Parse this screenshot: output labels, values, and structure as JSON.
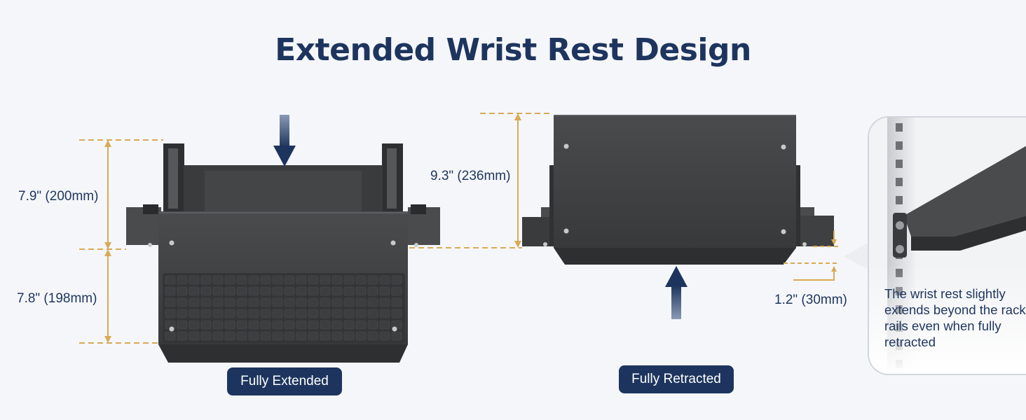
{
  "title": "Extended Wrist Rest Design",
  "extended": {
    "depth_top": "7.9\" (200mm)",
    "depth_bottom": "7.8\" (198mm)",
    "caption": "Fully Extended"
  },
  "retracted": {
    "depth": "9.3\" (236mm)",
    "overhang": "1.2\" (30mm)",
    "caption": "Fully Retracted"
  },
  "callout": {
    "text": "The  wrist rest slightly extends beyond the rack rails even when fully retracted"
  },
  "colors": {
    "navy": "#1d355e",
    "gold": "#d9aa55",
    "tray": "#3f4042",
    "background": "#f5f6fa"
  }
}
